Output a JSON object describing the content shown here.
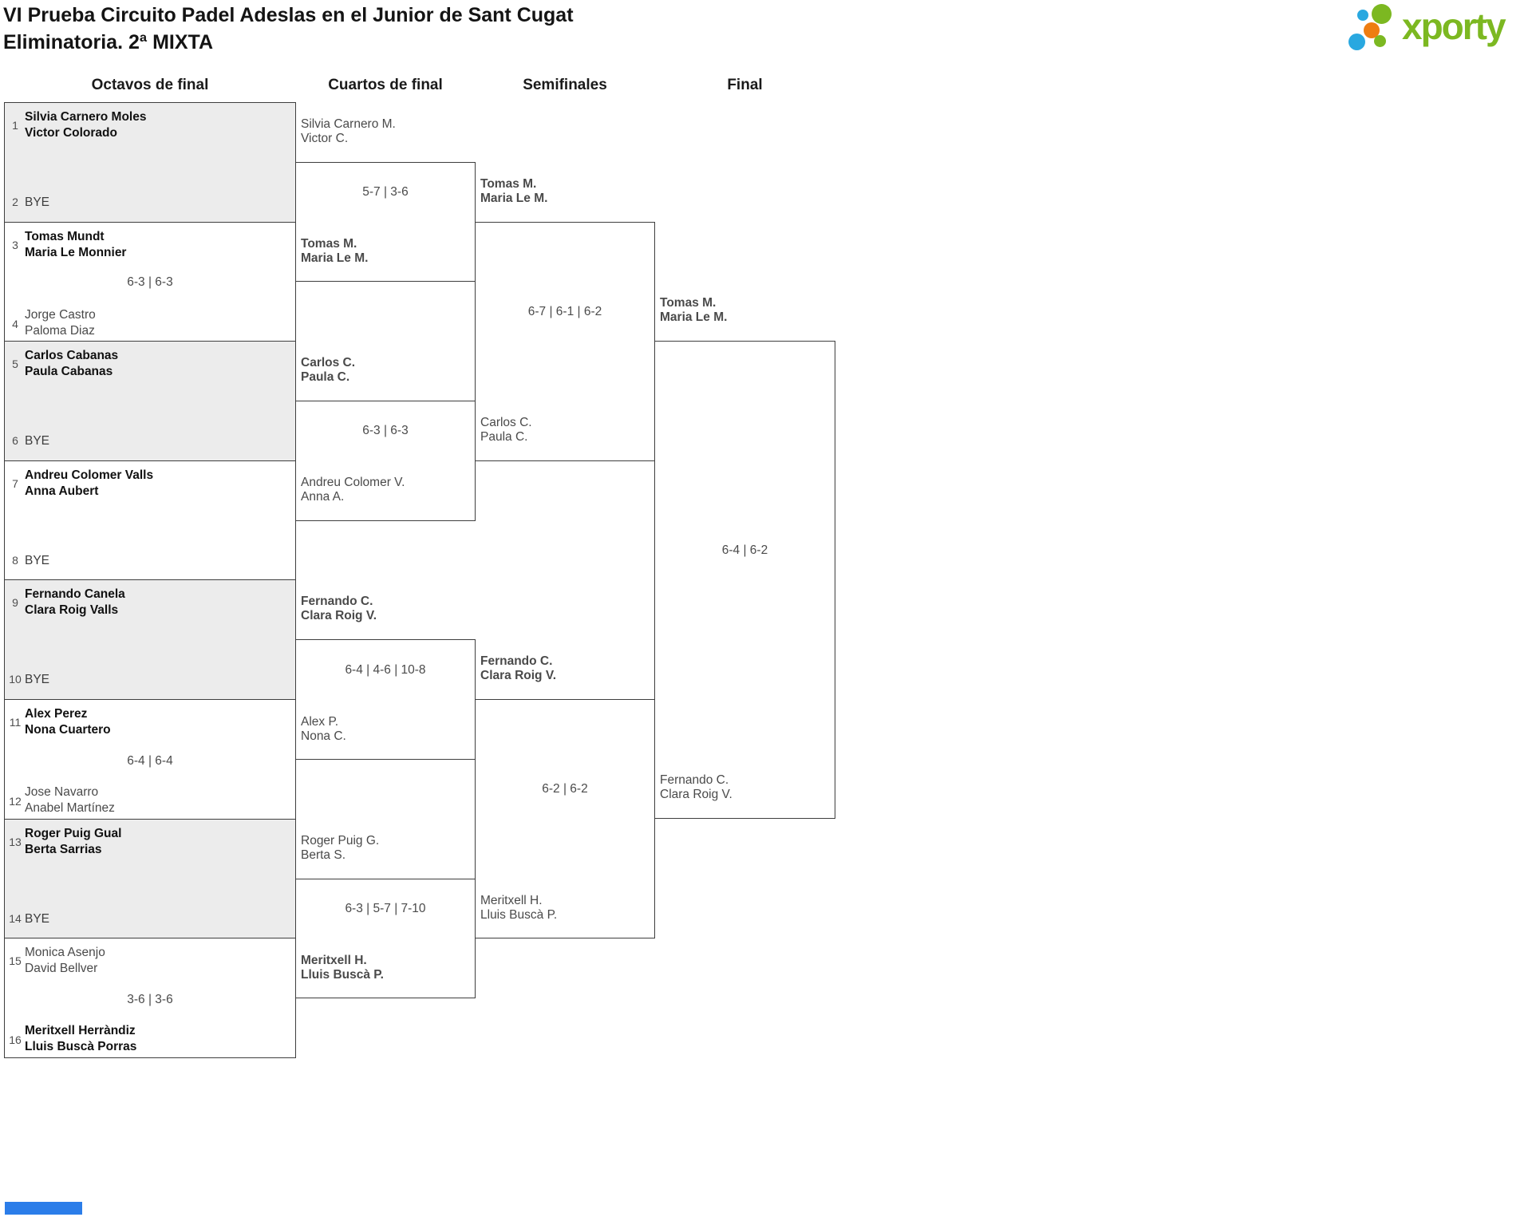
{
  "title": {
    "line1": "VI Prueba Circuito Padel Adeslas en el Junior de Sant Cugat",
    "line2": "Eliminatoria. 2ª MIXTA"
  },
  "logo": {
    "text": "xporty"
  },
  "colors": {
    "logo_green": "#7cb821",
    "logo_blue": "#29a8e0",
    "logo_orange": "#ee7d11",
    "bye_box_grey": "#ececec",
    "line_grey": "#3e3e3e"
  },
  "round_headers": {
    "octavos": "Octavos de final",
    "cuartos": "Cuartos de final",
    "semifinales": "Semifinales",
    "final": "Final"
  },
  "octavos": [
    {
      "seed_top": "1",
      "top1": "Silvia Carnero Moles",
      "top2": "Victor Colorado",
      "score": "",
      "seed_bottom": "2",
      "bot1": "BYE",
      "bot2": "",
      "winner": "top"
    },
    {
      "seed_top": "3",
      "top1": "Tomas Mundt",
      "top2": "Maria Le Monnier",
      "score": "6-3 | 6-3",
      "seed_bottom": "4",
      "bot1": "Jorge Castro",
      "bot2": "Paloma Diaz",
      "winner": "top"
    },
    {
      "seed_top": "5",
      "top1": "Carlos Cabanas",
      "top2": "Paula Cabanas",
      "score": "",
      "seed_bottom": "6",
      "bot1": "BYE",
      "bot2": "",
      "winner": "top"
    },
    {
      "seed_top": "7",
      "top1": "Andreu Colomer Valls",
      "top2": "Anna Aubert",
      "score": "",
      "seed_bottom": "8",
      "bot1": "BYE",
      "bot2": "",
      "winner": "top"
    },
    {
      "seed_top": "9",
      "top1": "Fernando Canela",
      "top2": "Clara Roig Valls",
      "score": "",
      "seed_bottom": "10",
      "bot1": "BYE",
      "bot2": "",
      "winner": "top"
    },
    {
      "seed_top": "11",
      "top1": "Alex Perez",
      "top2": "Nona Cuartero",
      "score": "6-4 | 6-4",
      "seed_bottom": "12",
      "bot1": "Jose Navarro",
      "bot2": "Anabel Martínez",
      "winner": "top"
    },
    {
      "seed_top": "13",
      "top1": "Roger Puig Gual",
      "top2": "Berta Sarrias",
      "score": "",
      "seed_bottom": "14",
      "bot1": "BYE",
      "bot2": "",
      "winner": "top"
    },
    {
      "seed_top": "15",
      "top1": "Monica Asenjo",
      "top2": "David Bellver",
      "score": "3-6 | 3-6",
      "seed_bottom": "16",
      "bot1": "Meritxell Herràndiz",
      "bot2": "Lluis Buscà Porras",
      "winner": "bottom"
    }
  ],
  "cuartos": [
    {
      "top1": "Silvia Carnero M.",
      "top2": "Victor C.",
      "bot1": "Tomas M.",
      "bot2": "Maria Le M.",
      "score": "5-7 | 3-6",
      "winner": "bottom"
    },
    {
      "top1": "Carlos C.",
      "top2": "Paula C.",
      "bot1": "Andreu Colomer V.",
      "bot2": "Anna A.",
      "score": "6-3 | 6-3",
      "winner": "top"
    },
    {
      "top1": "Fernando C.",
      "top2": "Clara Roig V.",
      "bot1": "Alex P.",
      "bot2": "Nona C.",
      "score": "6-4 | 4-6 | 10-8",
      "winner": "top"
    },
    {
      "top1": "Roger Puig G.",
      "top2": "Berta S.",
      "bot1": "Meritxell H.",
      "bot2": "Lluis Buscà P.",
      "score": "6-3 | 5-7 | 7-10",
      "winner": "bottom"
    }
  ],
  "semifinales": [
    {
      "top1": "Tomas M.",
      "top2": "Maria Le M.",
      "bot1": "Carlos C.",
      "bot2": "Paula C.",
      "score": "6-7 | 6-1 | 6-2",
      "winner": "top"
    },
    {
      "top1": "Fernando C.",
      "top2": "Clara Roig V.",
      "bot1": "Meritxell H.",
      "bot2": "Lluis Buscà P.",
      "score": "6-2 | 6-2",
      "winner": "top"
    }
  ],
  "final": {
    "top1": "Tomas M.",
    "top2": "Maria Le M.",
    "bot1": "Fernando C.",
    "bot2": "Clara Roig V.",
    "score": "6-4 | 6-2",
    "winner": "top"
  }
}
